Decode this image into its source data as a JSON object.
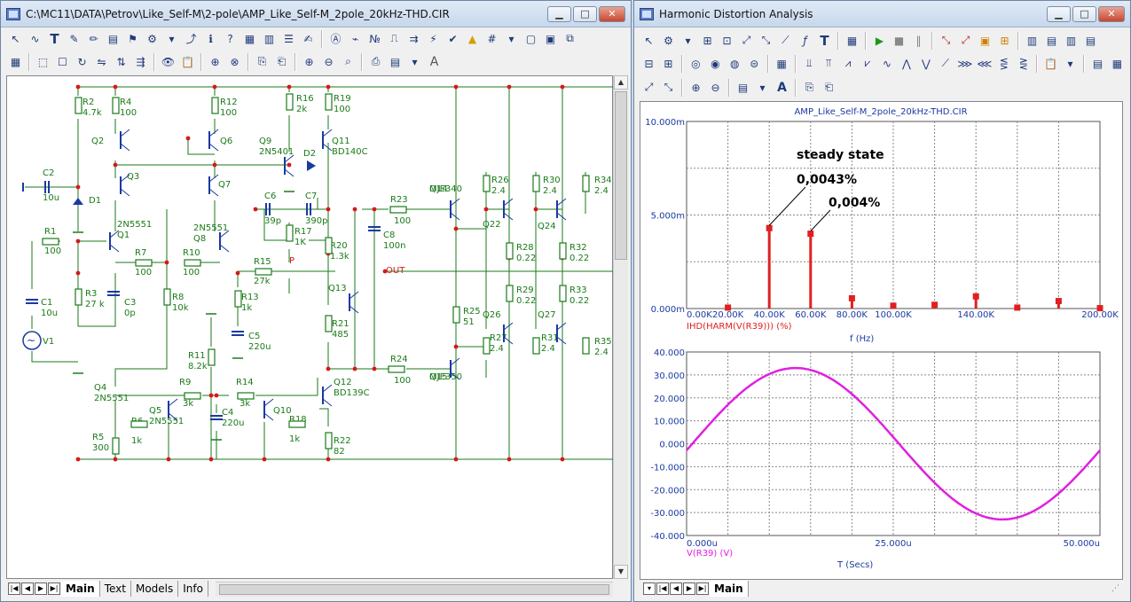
{
  "left_window": {
    "title": "C:\\MC11\\DATA\\Petrov\\Like_Self-M\\2-pole\\AMP_Like_Self-M_2pole_20kHz-THD.CIR",
    "tabs": [
      "Main",
      "Text",
      "Models",
      "Info"
    ],
    "active_tab": "Main"
  },
  "right_window": {
    "title": "Harmonic Distortion Analysis",
    "tabs": [
      "Main"
    ],
    "active_tab": "Main"
  },
  "schematic": {
    "components": [
      {
        "ref": "R2",
        "value": "4.7k"
      },
      {
        "ref": "R4",
        "value": "100"
      },
      {
        "ref": "R12",
        "value": "100"
      },
      {
        "ref": "R16",
        "value": "2k"
      },
      {
        "ref": "R19",
        "value": "100"
      },
      {
        "ref": "Q2",
        "value": ""
      },
      {
        "ref": "Q6",
        "value": ""
      },
      {
        "ref": "Q9",
        "value": "2N5401"
      },
      {
        "ref": "D2",
        "value": ""
      },
      {
        "ref": "Q11",
        "value": "BD140C"
      },
      {
        "ref": "C2",
        "value": "10u"
      },
      {
        "ref": "Q3",
        "value": ""
      },
      {
        "ref": "Q7",
        "value": ""
      },
      {
        "ref": "D1",
        "value": ""
      },
      {
        "ref": "C6",
        "value": "39p"
      },
      {
        "ref": "C7",
        "value": "390p"
      },
      {
        "ref": "R23",
        "value": "100"
      },
      {
        "ref": "Q14",
        "value": "MJE340"
      },
      {
        "ref": "Q1",
        "value": "2N5551"
      },
      {
        "ref": "Q8",
        "value": "2N5551"
      },
      {
        "ref": "R1",
        "value": "100"
      },
      {
        "ref": "R17",
        "value": "1K"
      },
      {
        "ref": "C8",
        "value": "100n"
      },
      {
        "ref": "R7",
        "value": "100"
      },
      {
        "ref": "R10",
        "value": "100"
      },
      {
        "ref": "R15",
        "value": "27k"
      },
      {
        "ref": "R20",
        "value": "1.3k"
      },
      {
        "ref": "R3",
        "value": "27 k"
      },
      {
        "ref": "C3",
        "value": "0p"
      },
      {
        "ref": "R8",
        "value": "10k"
      },
      {
        "ref": "R13",
        "value": "1k"
      },
      {
        "ref": "C1",
        "value": "10u"
      },
      {
        "ref": "Q13",
        "value": ""
      },
      {
        "ref": "R21",
        "value": "485"
      },
      {
        "ref": "C5",
        "value": "220u"
      },
      {
        "ref": "V1",
        "value": ""
      },
      {
        "ref": "R11",
        "value": "8.2k"
      },
      {
        "ref": "R24",
        "value": "100"
      },
      {
        "ref": "Q15",
        "value": "MJE350"
      },
      {
        "ref": "Q4",
        "value": "2N5551"
      },
      {
        "ref": "Q5",
        "value": "2N5551"
      },
      {
        "ref": "R9",
        "value": "3k"
      },
      {
        "ref": "R14",
        "value": "3k"
      },
      {
        "ref": "Q12",
        "value": "BD139C"
      },
      {
        "ref": "C4",
        "value": "220u"
      },
      {
        "ref": "Q10",
        "value": ""
      },
      {
        "ref": "R6",
        "value": "1k"
      },
      {
        "ref": "R18",
        "value": "1k"
      },
      {
        "ref": "R5",
        "value": "300"
      },
      {
        "ref": "R22",
        "value": "82"
      },
      {
        "ref": "R26",
        "value": "2.4"
      },
      {
        "ref": "R30",
        "value": "2.4"
      },
      {
        "ref": "R34",
        "value": "2.4"
      },
      {
        "ref": "Q22",
        "value": ""
      },
      {
        "ref": "Q24",
        "value": ""
      },
      {
        "ref": "R28",
        "value": "0.22"
      },
      {
        "ref": "R32",
        "value": "0.22"
      },
      {
        "ref": "R29",
        "value": "0.22"
      },
      {
        "ref": "R33",
        "value": "0.22"
      },
      {
        "ref": "R25",
        "value": "51"
      },
      {
        "ref": "Q26",
        "value": ""
      },
      {
        "ref": "Q27",
        "value": ""
      },
      {
        "ref": "R27",
        "value": "2.4"
      },
      {
        "ref": "R31",
        "value": "2.4"
      },
      {
        "ref": "R35",
        "value": "2.4"
      }
    ],
    "node_labels": {
      "out": "OUT",
      "p": "P"
    }
  },
  "harmonic_plot": {
    "title": "AMP_Like_Self-M_2pole_20kHz-THD.CIR",
    "trace_label": "IHD(HARM(V(R39))) (%)",
    "xlabel": "f (Hz)",
    "x_ticks": [
      "0.00K",
      "20.00K",
      "40.00K",
      "60.00K",
      "80.00K",
      "100.00K",
      "140.00K",
      "200.00K"
    ],
    "y_ticks": [
      "10.000m",
      "5.000m",
      "0.000m"
    ],
    "annotation_title": "steady state",
    "annotation_1": "0,0043%",
    "annotation_2": "0,004%"
  },
  "time_plot": {
    "trace_label": "V(R39) (V)",
    "xlabel": "T (Secs)",
    "x_ticks": [
      "0.000u",
      "25.000u",
      "50.000u"
    ],
    "y_ticks": [
      "40.000",
      "30.000",
      "20.000",
      "10.000",
      "0.000",
      "-10.000",
      "-20.000",
      "-30.000",
      "-40.000"
    ]
  },
  "chart_data": [
    {
      "type": "bar",
      "title": "AMP_Like_Self-M_2pole_20kHz-THD.CIR",
      "xlabel": "f (Hz)",
      "ylabel": "IHD(HARM(V(R39))) (%)",
      "x_unit": "Hz",
      "y_unit": "m (%)",
      "xlim": [
        0,
        200000
      ],
      "ylim": [
        0,
        10
      ],
      "series": [
        {
          "name": "IHD(HARM(V(R39))) (%)",
          "color": "#e02020",
          "x": [
            20000,
            40000,
            60000,
            80000,
            100000,
            120000,
            140000,
            160000,
            180000,
            200000
          ],
          "values": [
            0.05,
            4.3,
            4.0,
            0.55,
            0.15,
            0.2,
            0.65,
            0.05,
            0.4,
            0.02
          ]
        }
      ],
      "annotations": [
        "steady state",
        "0,0043%",
        "0,004%"
      ],
      "grid": true
    },
    {
      "type": "line",
      "xlabel": "T (Secs)",
      "ylabel": "V(R39) (V)",
      "x_unit": "us",
      "xlim": [
        0,
        50
      ],
      "ylim": [
        -40,
        40
      ],
      "series": [
        {
          "name": "V(R39) (V)",
          "color": "#e020e0",
          "amplitude": 33,
          "frequency_hz": 20000,
          "phase_offset_deg": -5
        }
      ],
      "grid": true
    }
  ]
}
